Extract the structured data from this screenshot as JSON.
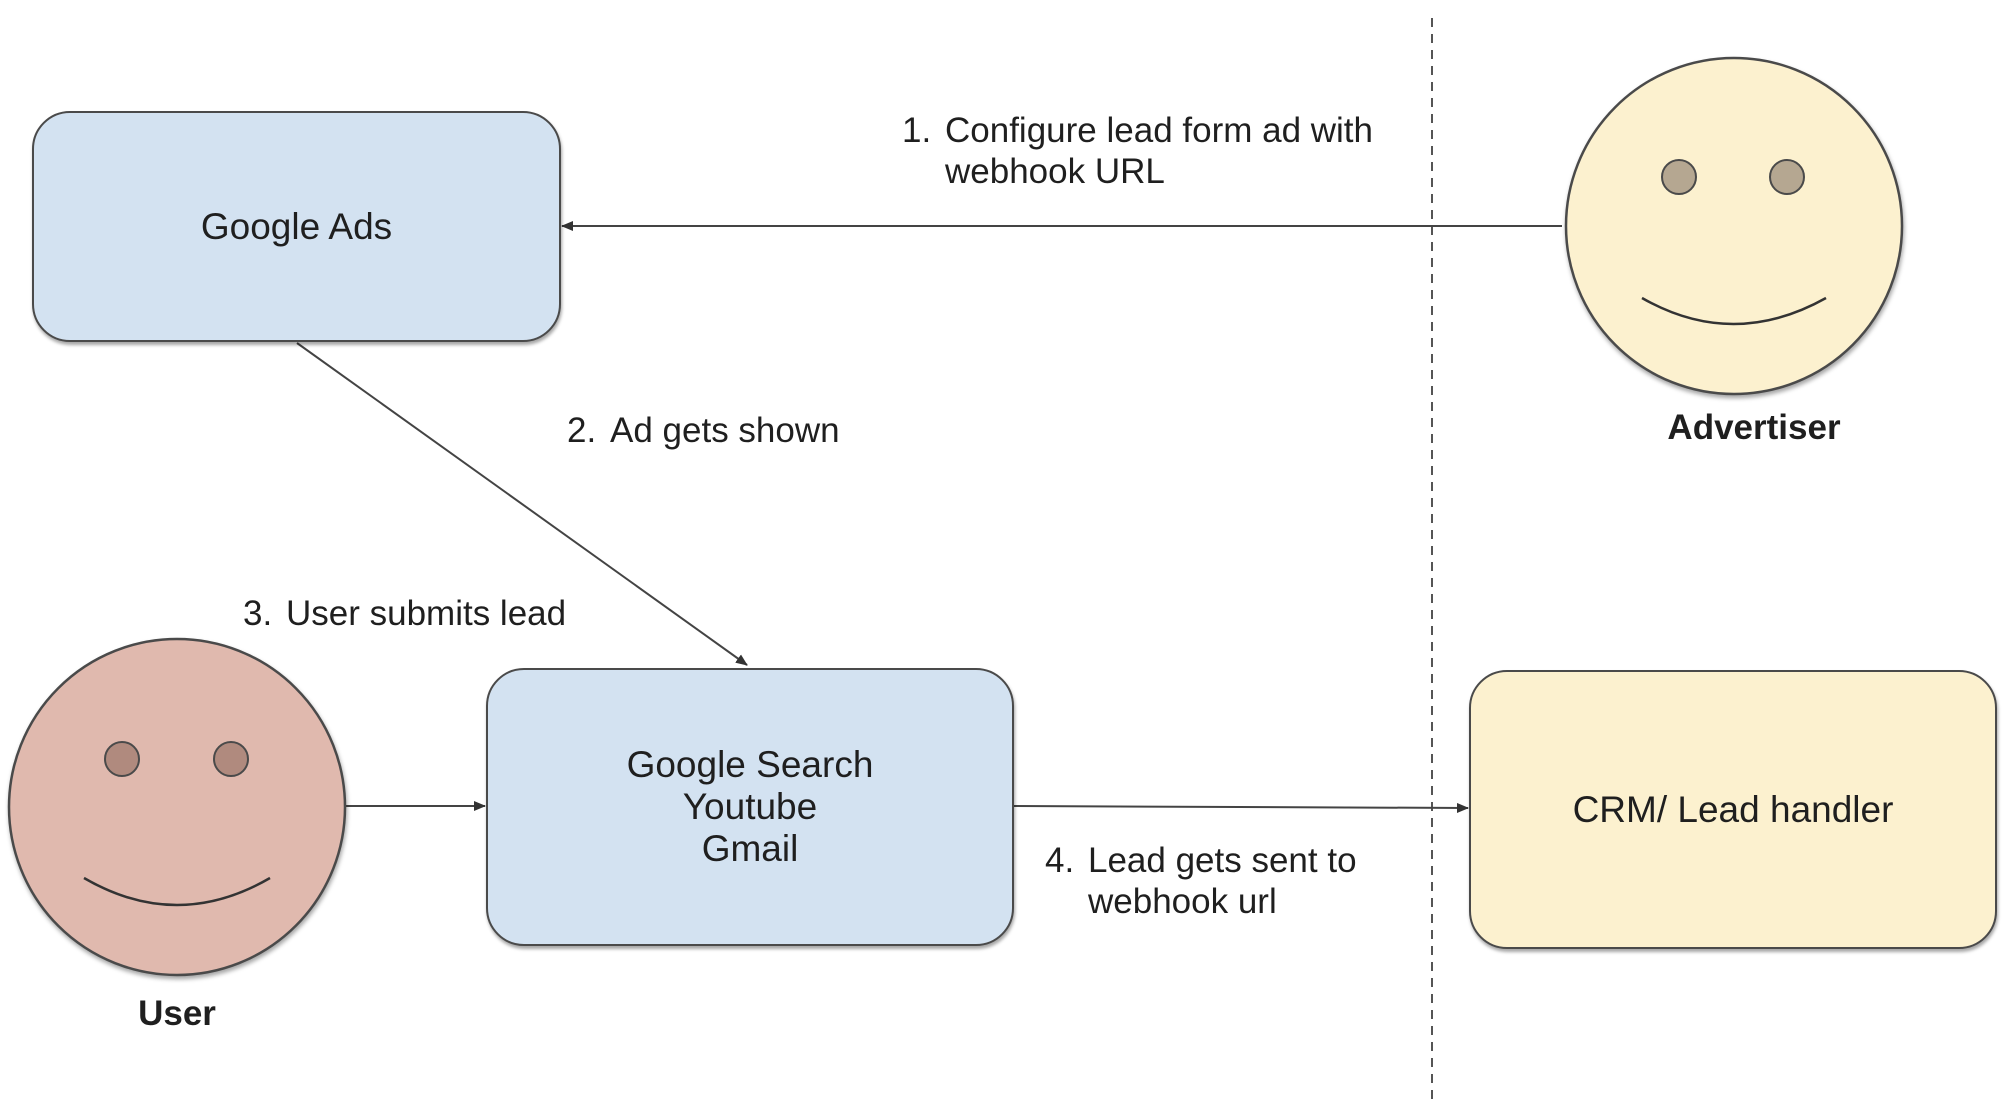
{
  "nodes": {
    "google_ads": "Google Ads",
    "surfaces": [
      "Google Search",
      "Youtube",
      "Gmail"
    ],
    "crm": "CRM/ Lead handler"
  },
  "actors": {
    "advertiser": "Advertiser",
    "user": "User"
  },
  "steps": [
    {
      "num": "1.",
      "text": "Configure lead form ad with\nwebhook URL"
    },
    {
      "num": "2.",
      "text": "Ad gets shown"
    },
    {
      "num": "3.",
      "text": "User submits lead"
    },
    {
      "num": "4.",
      "text": "Lead gets sent to\nwebhook url"
    }
  ],
  "colors": {
    "box_blue": "#d3e2f1",
    "box_cream": "#fcf1cf",
    "advertiser_face": "#fcf1cf",
    "user_face": "#e0b9ae",
    "stroke": "#4a4a4a"
  }
}
